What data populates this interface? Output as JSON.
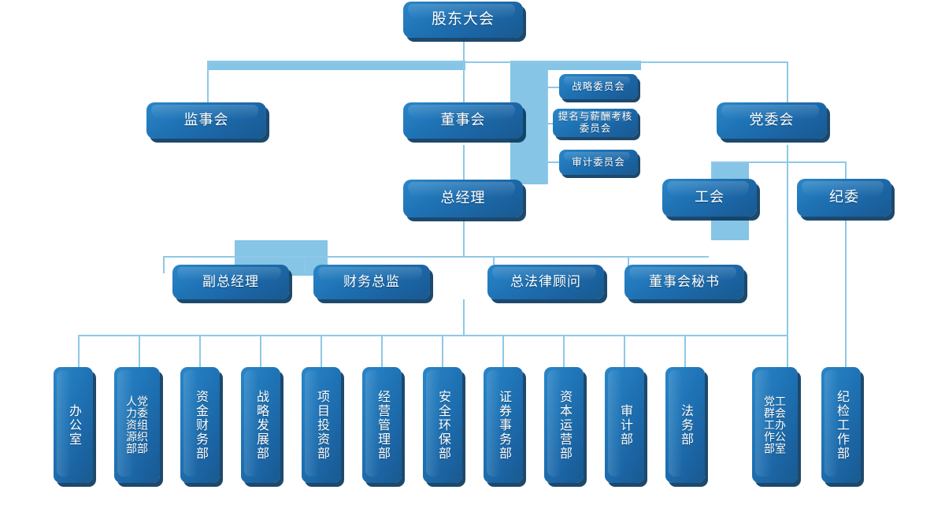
{
  "title": "公司组织架构图",
  "colors": {
    "box_fill": "#1e72b4",
    "box_shadow": "#0a3a61",
    "connector": "#8ec8e8",
    "highlight_band": "#86c5e6",
    "text": "#ffffff",
    "background": "#ffffff"
  },
  "nodes": {
    "shareholders_meeting": "股东大会",
    "supervisory_board": "监事会",
    "board_of_directors": "董事会",
    "party_committee": "党委会",
    "general_manager": "总经理",
    "labor_union": "工会",
    "discipline_commission": "纪委"
  },
  "committees": [
    {
      "label": "战略委员会"
    },
    {
      "label": "提名与薪酬考核委员会"
    },
    {
      "label": "审计委员会"
    }
  ],
  "executives": [
    {
      "label": "副总经理"
    },
    {
      "label": "财务总监"
    },
    {
      "label": "总法律顾问"
    },
    {
      "label": "董事会秘书"
    }
  ],
  "departments": [
    {
      "columns": [
        "办公室"
      ]
    },
    {
      "columns": [
        "党委组织部",
        "人力资源部"
      ]
    },
    {
      "columns": [
        "资金财务部"
      ]
    },
    {
      "columns": [
        "战略发展部"
      ]
    },
    {
      "columns": [
        "项目投资部"
      ]
    },
    {
      "columns": [
        "经营管理部"
      ]
    },
    {
      "columns": [
        "安全环保部"
      ]
    },
    {
      "columns": [
        "证券事务部"
      ]
    },
    {
      "columns": [
        "资本运营部"
      ]
    },
    {
      "columns": [
        "审计部"
      ]
    },
    {
      "columns": [
        "法务部"
      ]
    },
    {
      "columns": [
        "工会办公室",
        "党群工作部"
      ]
    },
    {
      "columns": [
        "纪检工作部"
      ]
    }
  ]
}
